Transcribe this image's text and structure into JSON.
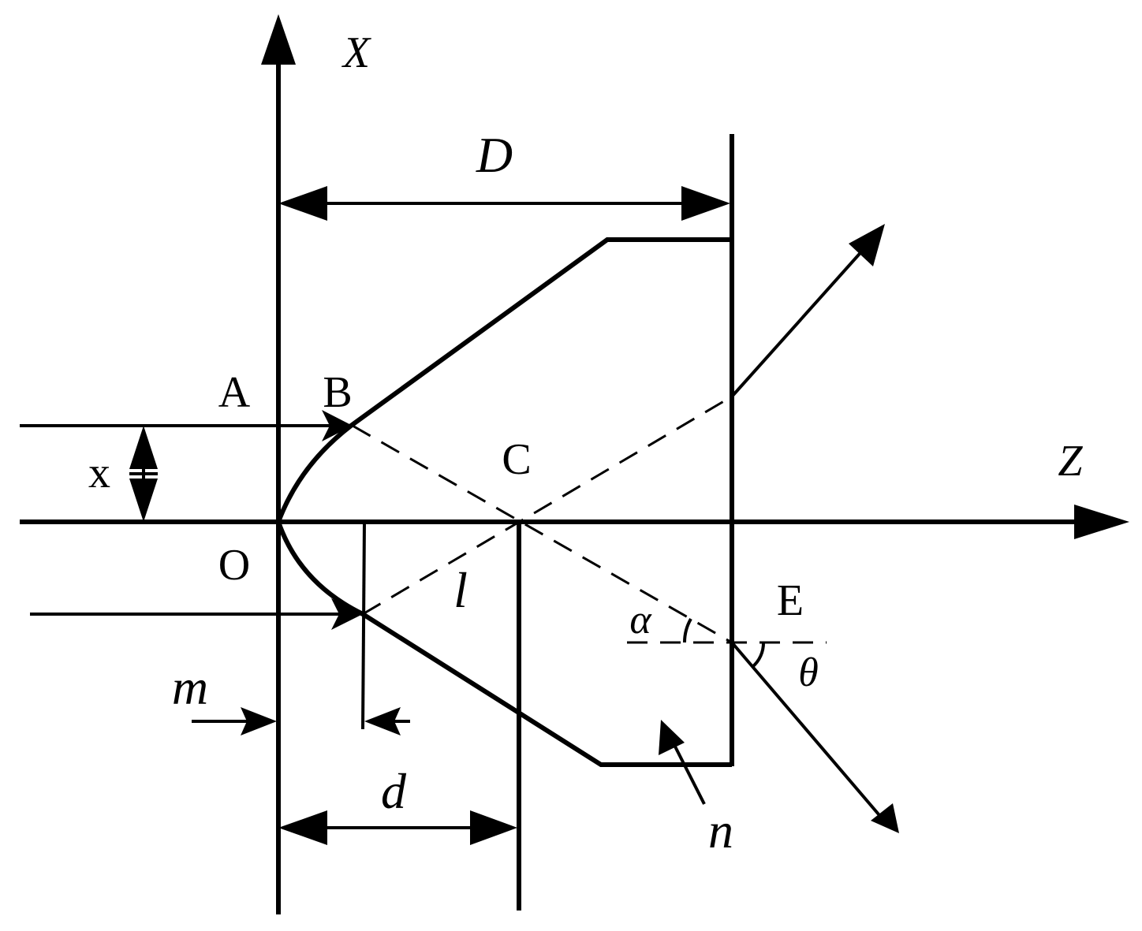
{
  "labels": {
    "axis_x": "X",
    "axis_z": "Z",
    "origin": "O",
    "point_a": "A",
    "point_b": "B",
    "point_c": "C",
    "point_e": "E",
    "dim_d_big": "D",
    "dim_d_small": "d",
    "dim_m": "m",
    "dim_x": "x",
    "length_l": "l",
    "index_n": "n",
    "angle_alpha": "α",
    "angle_theta": "θ"
  }
}
